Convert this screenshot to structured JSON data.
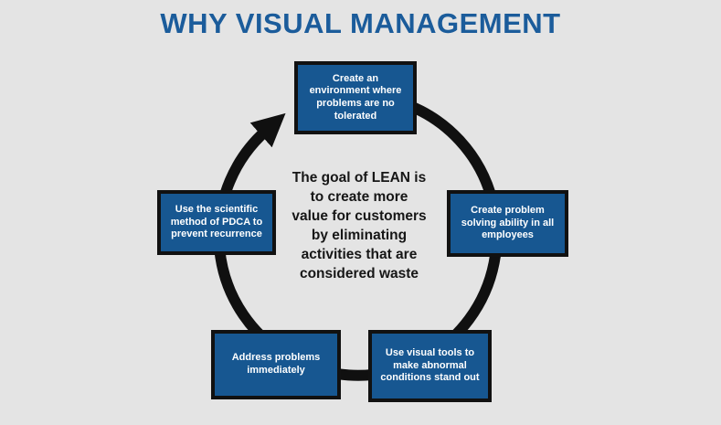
{
  "title": "WHY VISUAL MANAGEMENT",
  "center_text": "The goal of LEAN is\nto create more\nvalue for customers\nby eliminating\nactivities that are\nconsidered waste",
  "cycle": {
    "type": "cycle-diagram",
    "direction": "clockwise",
    "steps": [
      {
        "position": "top",
        "label": "Create an\nenvironment where\nproblems are no\ntolerated"
      },
      {
        "position": "right",
        "label": "Create problem\nsolving ability in all\nemployees"
      },
      {
        "position": "bottom-right",
        "label": "Use visual tools to\nmake abnormal\nconditions stand out"
      },
      {
        "position": "bottom-left",
        "label": "Address problems\nimmediately"
      },
      {
        "position": "left",
        "label": "Use the scientific\nmethod of PDCA to\nprevent recurrence"
      }
    ]
  },
  "colors": {
    "background": "#e4e4e4",
    "title": "#1b5c9b",
    "box_fill": "#175791",
    "box_border": "#111111",
    "box_text": "#ffffff",
    "ring": "#101010",
    "center_text": "#161616"
  }
}
